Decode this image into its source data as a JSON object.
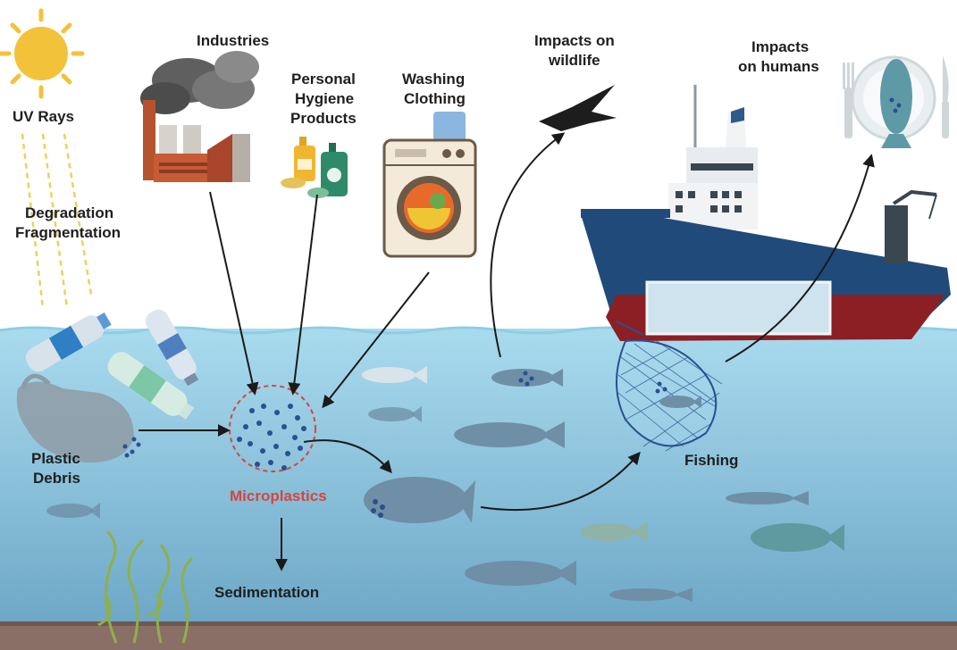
{
  "labels": {
    "uv_rays": "UV Rays",
    "degradation": "Degradation",
    "fragmentation": "Fragmentation",
    "industries": "Industries",
    "personal_hygiene_1": "Personal",
    "personal_hygiene_2": "Hygiene",
    "personal_hygiene_3": "Products",
    "washing": "Washing",
    "clothing": "Clothing",
    "impacts_wildlife_1": "Impacts on",
    "impacts_wildlife_2": "wildlife",
    "impacts_humans_1": "Impacts",
    "impacts_humans_2": "on humans",
    "plastic": "Plastic",
    "debris": "Debris",
    "microplastics": "Microplastics",
    "sedimentation": "Sedimentation",
    "fishing": "Fishing"
  },
  "colors": {
    "sky": "#ffffff",
    "water_top": "#a9dbee",
    "water_bottom": "#6ea8c7",
    "seabed": "#8a6f67",
    "sun": "#f3c23b",
    "microplastic_dot": "#2b4f8f",
    "microplastic_ring": "#d6453d",
    "ship_hull_top": "#1f4a7a",
    "ship_hull_bottom": "#8b1f24",
    "fish_dark": "#6e8fa6",
    "arrow": "#1a1a1a"
  },
  "icons": [
    "sun-icon",
    "factory-icon",
    "soap-bottle-icon",
    "washing-machine-icon",
    "bird-icon",
    "plate-fish-icon",
    "fork-icon",
    "knife-icon",
    "ship-icon",
    "fishing-net-icon",
    "plastic-bottle-icon",
    "plastic-bag-icon",
    "seaweed-icon",
    "fish-icon"
  ]
}
